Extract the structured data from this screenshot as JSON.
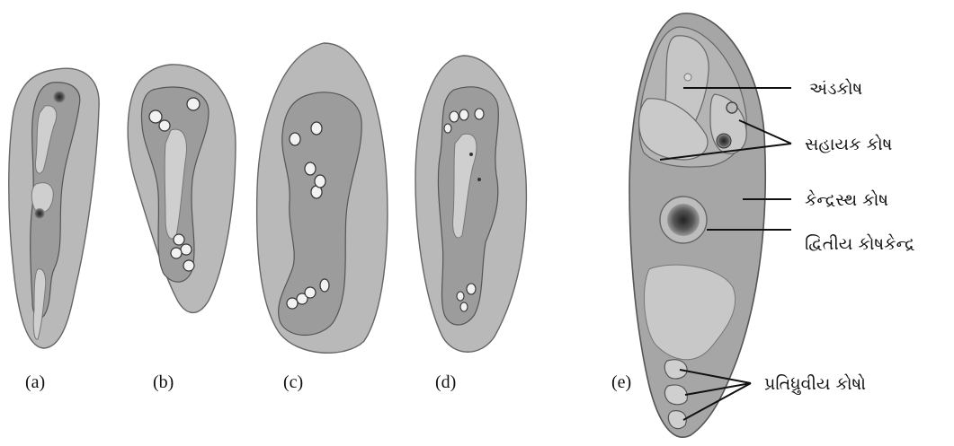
{
  "panels": [
    {
      "id": "a",
      "label": "(a)"
    },
    {
      "id": "b",
      "label": "(b)"
    },
    {
      "id": "c",
      "label": "(c)"
    },
    {
      "id": "d",
      "label": "(d)"
    },
    {
      "id": "e",
      "label": "(e)"
    }
  ],
  "callouts": {
    "egg_cell": "અંડકોષ",
    "synergids": "સહાયક કોષ",
    "central_cell": "કેન્દ્રસ્થ કોષ",
    "secondary_nucleus": "દ્વિતીય કોષકેન્દ્ર",
    "antipodal_cells": "પ્રતિધ્રુવીય કોષો"
  },
  "colors": {
    "outer_tissue": "#b8b8b8",
    "sac": "#9a9a9a",
    "inner_light": "#cfcfcf",
    "outline": "#555555",
    "nucleus": "#f2f2f2"
  }
}
